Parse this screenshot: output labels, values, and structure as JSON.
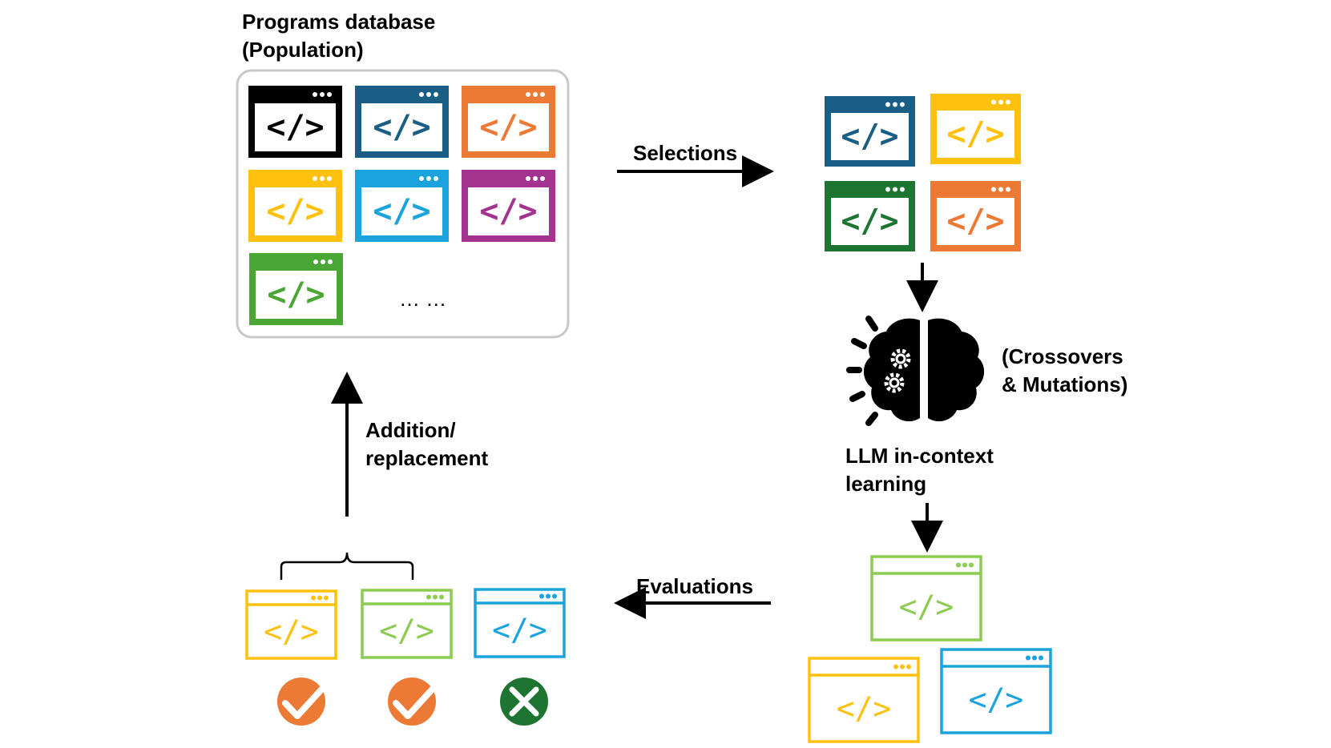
{
  "labels": {
    "database_title": "Programs database\n(Population)",
    "selections": "Selections",
    "crossovers": "(Crossovers\n& Mutations)",
    "llm": "LLM in-context\nlearning",
    "evaluations": "Evaluations",
    "addition": "Addition/\nreplacement",
    "ellipsis": "… …"
  },
  "code_glyph": "</>",
  "colors": {
    "black": "#000000",
    "dark_blue": "#1b5e85",
    "orange": "#ec7a35",
    "yellow": "#fec10e",
    "light_blue": "#1aa3dc",
    "purple": "#a3338f",
    "green": "#4aa735",
    "dark_green": "#1e7431",
    "light_green": "#8ccc50",
    "border_gray": "#c8c8c8"
  },
  "population": [
    "black",
    "dark_blue",
    "orange",
    "yellow",
    "light_blue",
    "purple",
    "green"
  ],
  "selected": [
    "dark_blue",
    "yellow",
    "dark_green",
    "orange"
  ],
  "generated": [
    "light_green",
    "yellow",
    "light_blue"
  ],
  "evaluated": [
    {
      "color": "yellow",
      "result": "pass"
    },
    {
      "color": "light_green",
      "result": "pass"
    },
    {
      "color": "light_blue",
      "result": "fail"
    }
  ]
}
